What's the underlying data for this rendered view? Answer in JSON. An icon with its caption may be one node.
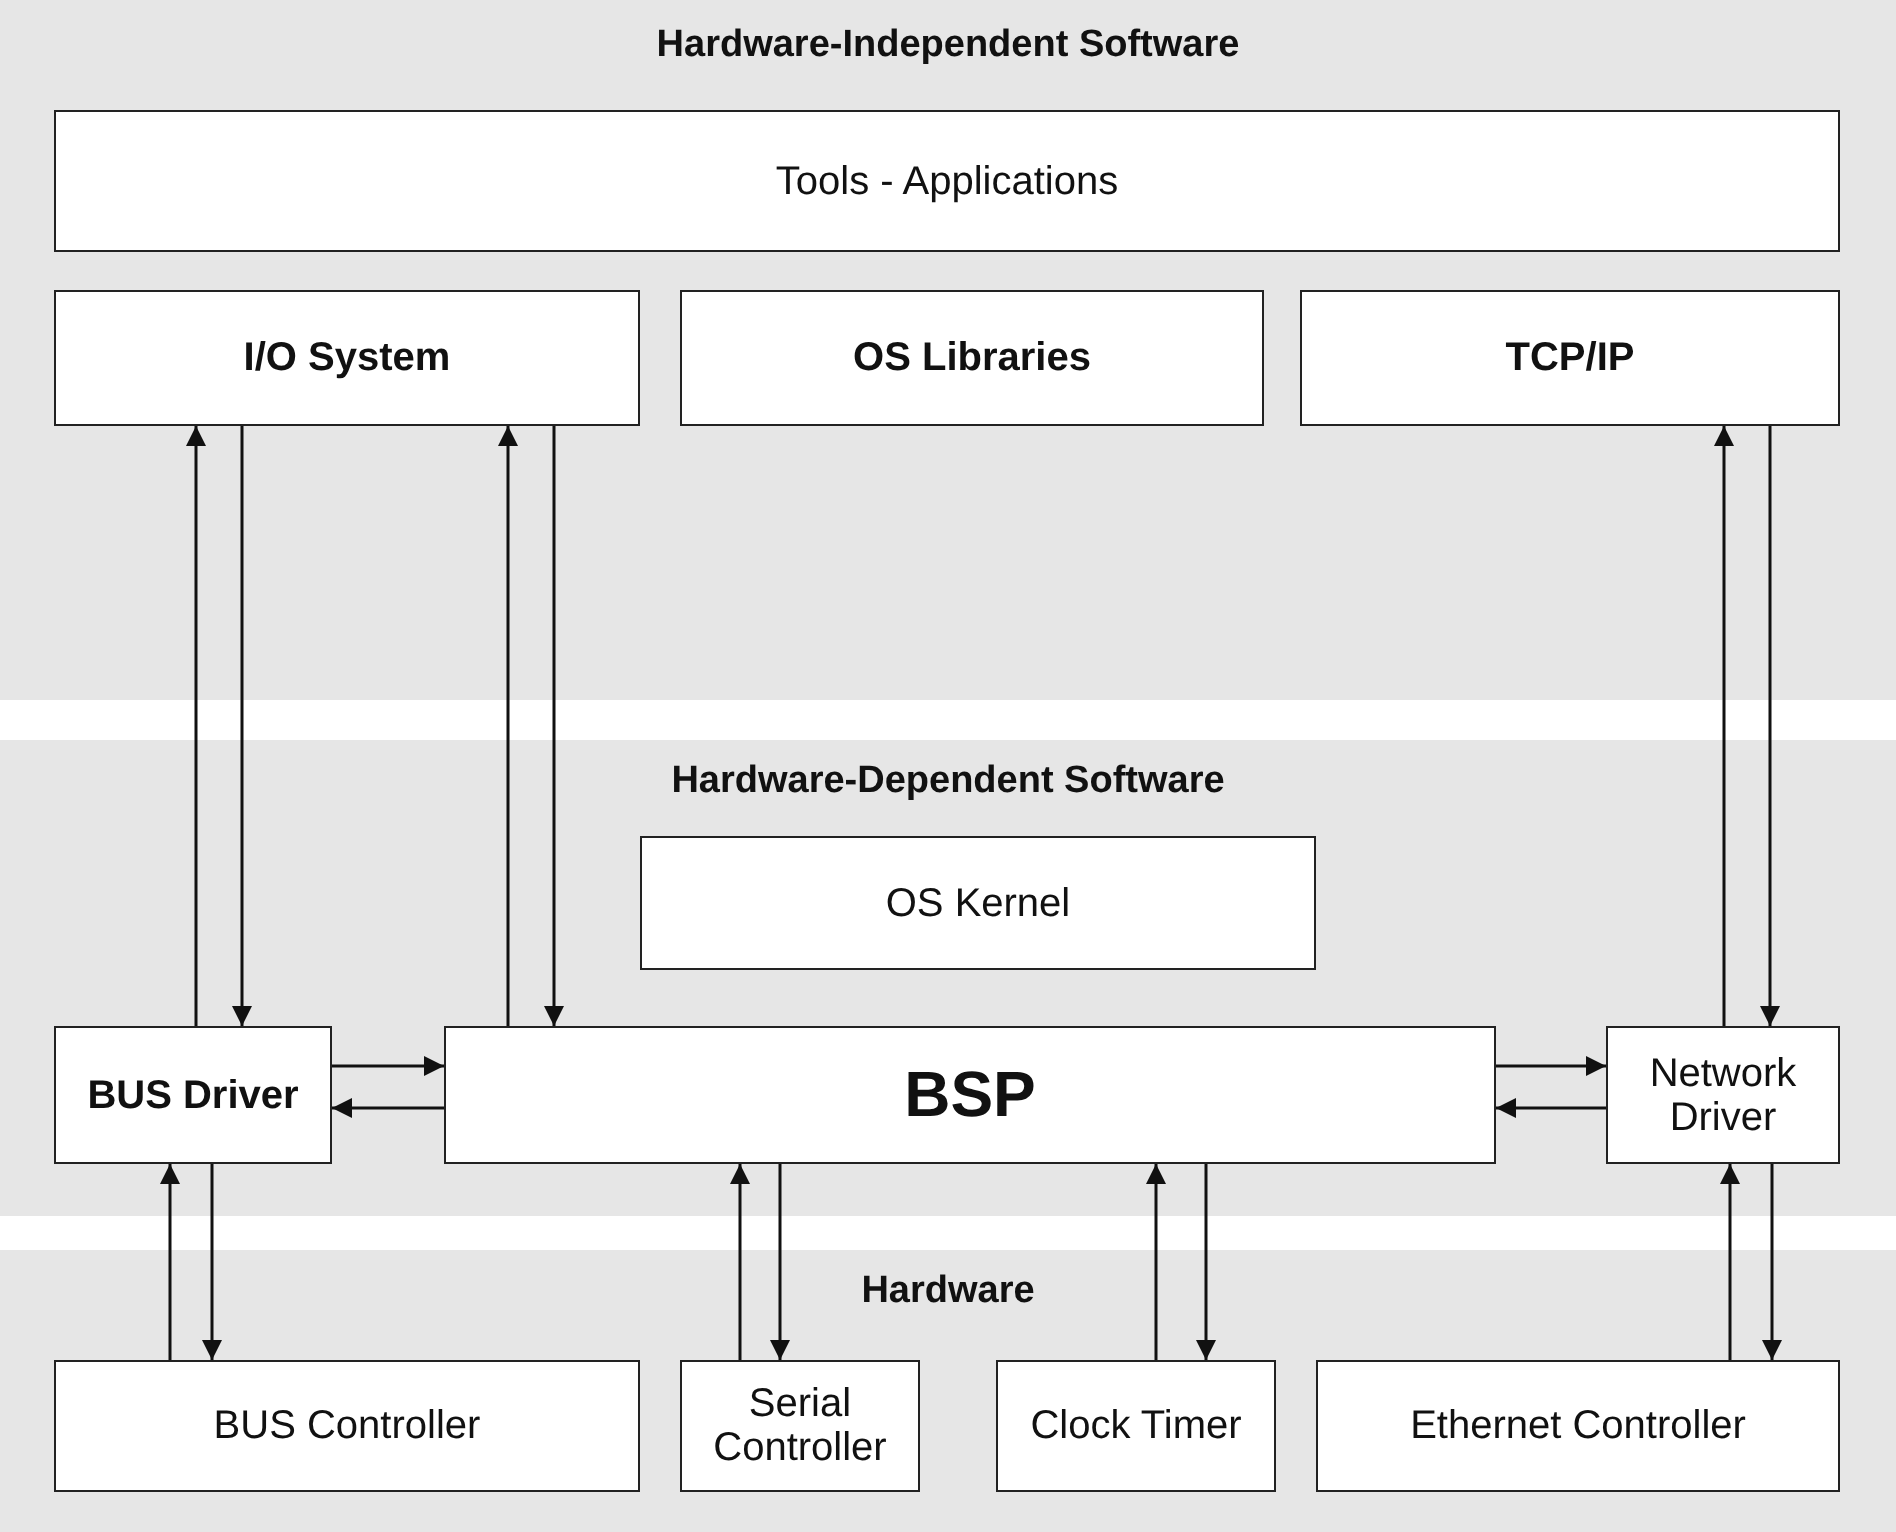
{
  "diagram": {
    "nodes": [
      {
        "text": [
          "Hardware-Independent Software"
        ]
      },
      {
        "text": [
          "Tools - Applications"
        ],
        "in": 0
      },
      {
        "text": [
          "I/O System"
        ],
        "in": 0
      },
      {
        "text": [
          "OS Libraries"
        ],
        "in": 0
      },
      {
        "text": [
          "TCP/IP"
        ],
        "in": 0
      },
      {
        "text": [
          "Hardware-Dependent Software"
        ]
      },
      {
        "text": [
          "OS Kernel"
        ],
        "in": 5
      },
      {
        "text": [
          "BUS Driver"
        ],
        "in": 5
      },
      {
        "text": [
          "BSP"
        ],
        "in": 5
      },
      {
        "text": [
          "Network Driver"
        ],
        "in": 5
      },
      {
        "text": [
          "Hardware"
        ]
      },
      {
        "text": [
          "BUS Controller"
        ],
        "in": 10
      },
      {
        "text": [
          "Serial Controller"
        ],
        "in": 10
      },
      {
        "text": [
          "Clock Timer"
        ],
        "in": 10
      },
      {
        "text": [
          "Ethernet Controller"
        ],
        "in": 10
      }
    ],
    "edges": [
      {
        "from": 7,
        "to": 2,
        "arrow": "to"
      },
      {
        "from": 2,
        "to": 7,
        "arrow": "to"
      },
      {
        "from": 8,
        "to": 2,
        "arrow": "to"
      },
      {
        "from": 2,
        "to": 8,
        "arrow": "to"
      },
      {
        "from": 9,
        "to": 4,
        "arrow": "to"
      },
      {
        "from": 4,
        "to": 9,
        "arrow": "to"
      },
      {
        "from": 7,
        "to": 8,
        "arrow": "to"
      },
      {
        "from": 8,
        "to": 7,
        "arrow": "to"
      },
      {
        "from": 8,
        "to": 9,
        "arrow": "to"
      },
      {
        "from": 9,
        "to": 8,
        "arrow": "to"
      },
      {
        "from": 11,
        "to": 7,
        "arrow": "to"
      },
      {
        "from": 7,
        "to": 11,
        "arrow": "to"
      },
      {
        "from": 12,
        "to": 8,
        "arrow": "to"
      },
      {
        "from": 8,
        "to": 12,
        "arrow": "to"
      },
      {
        "from": 13,
        "to": 8,
        "arrow": "to"
      },
      {
        "from": 8,
        "to": 13,
        "arrow": "to"
      },
      {
        "from": 14,
        "to": 9,
        "arrow": "to"
      },
      {
        "from": 9,
        "to": 14,
        "arrow": "to"
      }
    ]
  }
}
